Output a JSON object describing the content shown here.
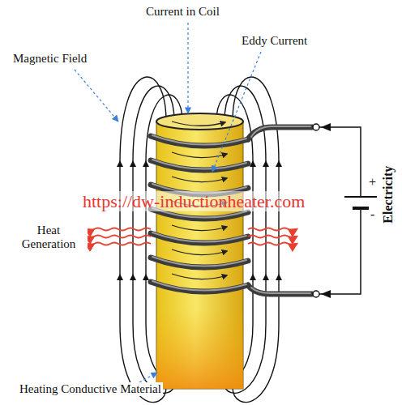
{
  "diagram": {
    "labels": [
      "Current in Coil",
      "Eddy Current",
      "Magnetic Field",
      "Heat Generation",
      "Heating Conductive Material",
      "Electricity",
      "+",
      "-",
      "https://dw-inductionheater.com"
    ]
  }
}
